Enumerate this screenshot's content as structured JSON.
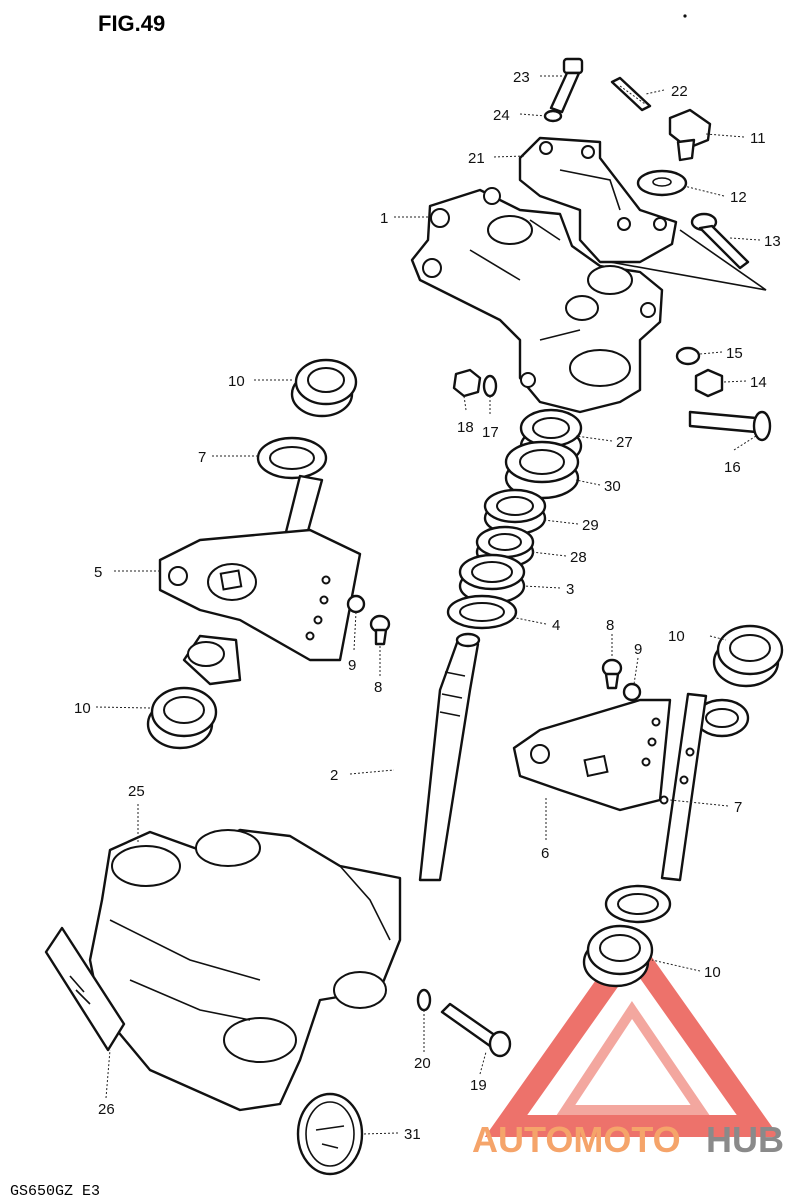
{
  "figure": {
    "title": "FIG.49",
    "model": "GS650GZ  E3"
  },
  "watermark": {
    "part_a": "AUTOMOTO",
    "part_b": "HUB",
    "accent": "#e8433a"
  },
  "callouts": [
    {
      "id": "c23",
      "text": "23"
    },
    {
      "id": "c22",
      "text": "22"
    },
    {
      "id": "c24",
      "text": "24"
    },
    {
      "id": "c11",
      "text": "11"
    },
    {
      "id": "c21",
      "text": "21"
    },
    {
      "id": "c12",
      "text": "12"
    },
    {
      "id": "c1",
      "text": "1"
    },
    {
      "id": "c13",
      "text": "13"
    },
    {
      "id": "c15",
      "text": "15"
    },
    {
      "id": "c10a",
      "text": "10"
    },
    {
      "id": "c14",
      "text": "14"
    },
    {
      "id": "c18",
      "text": "18"
    },
    {
      "id": "c17",
      "text": "17"
    },
    {
      "id": "c27",
      "text": "27"
    },
    {
      "id": "c16",
      "text": "16"
    },
    {
      "id": "c7a",
      "text": "7"
    },
    {
      "id": "c30",
      "text": "30"
    },
    {
      "id": "c29",
      "text": "29"
    },
    {
      "id": "c28",
      "text": "28"
    },
    {
      "id": "c5",
      "text": "5"
    },
    {
      "id": "c3",
      "text": "3"
    },
    {
      "id": "c4",
      "text": "4"
    },
    {
      "id": "c9a",
      "text": "9"
    },
    {
      "id": "c8a",
      "text": "8"
    },
    {
      "id": "c8b",
      "text": "8"
    },
    {
      "id": "c9b",
      "text": "9"
    },
    {
      "id": "c10b",
      "text": "10"
    },
    {
      "id": "c10c",
      "text": "10"
    },
    {
      "id": "c10d",
      "text": "10"
    },
    {
      "id": "c2",
      "text": "2"
    },
    {
      "id": "c7b",
      "text": "7"
    },
    {
      "id": "c6",
      "text": "6"
    },
    {
      "id": "c25",
      "text": "25"
    },
    {
      "id": "c20",
      "text": "20"
    },
    {
      "id": "c19",
      "text": "19"
    },
    {
      "id": "c26",
      "text": "26"
    },
    {
      "id": "c31",
      "text": "31"
    }
  ]
}
